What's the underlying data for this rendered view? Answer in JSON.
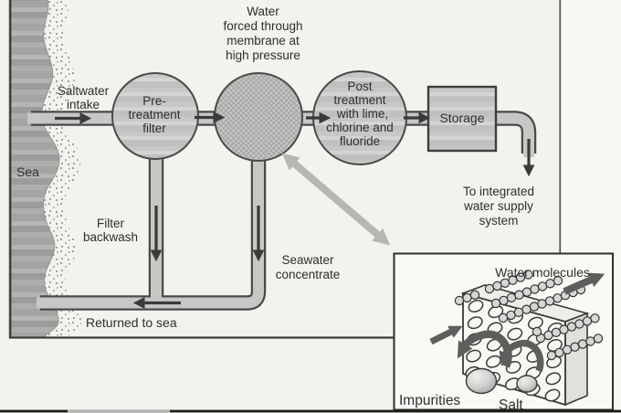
{
  "diagram": {
    "sea_label": "Sea",
    "intake_label": [
      "Saltwater",
      "intake"
    ],
    "pretreatment_label": [
      "Pre-",
      "treatment",
      "filter"
    ],
    "membrane_caption": [
      "Water",
      "forced through",
      "membrane at",
      "high pressure"
    ],
    "posttreatment_label": [
      "Post",
      "treatment",
      "with lime,",
      "chlorine and",
      "fluoride"
    ],
    "storage_label": "Storage",
    "supply_label": [
      "To integrated",
      "water supply",
      "system"
    ],
    "backwash_label": [
      "Filter",
      "backwash"
    ],
    "concentrate_label": [
      "Seawater",
      "concentrate"
    ],
    "returned_label": "Returned to sea",
    "inset": {
      "water_molecules_label": "Water molecules",
      "impurities_label": "Impurities",
      "salt_label": "Salt"
    }
  },
  "colors": {
    "background": "#f3f2ee",
    "background_right": "#f8f7f4",
    "sea_gray": "#a8a8a6",
    "process_gray": "#c7c7c5",
    "outline_dark": "#3a3a38",
    "flow_arrow": "#3a3a38",
    "link_arrow_gray": "#b6b6b4",
    "inset_background": "#faf9f6",
    "inset_arrow_gray": "#5e5e5c",
    "text": "#2e2e2c",
    "bottom_rule": "#1c1c1a"
  }
}
